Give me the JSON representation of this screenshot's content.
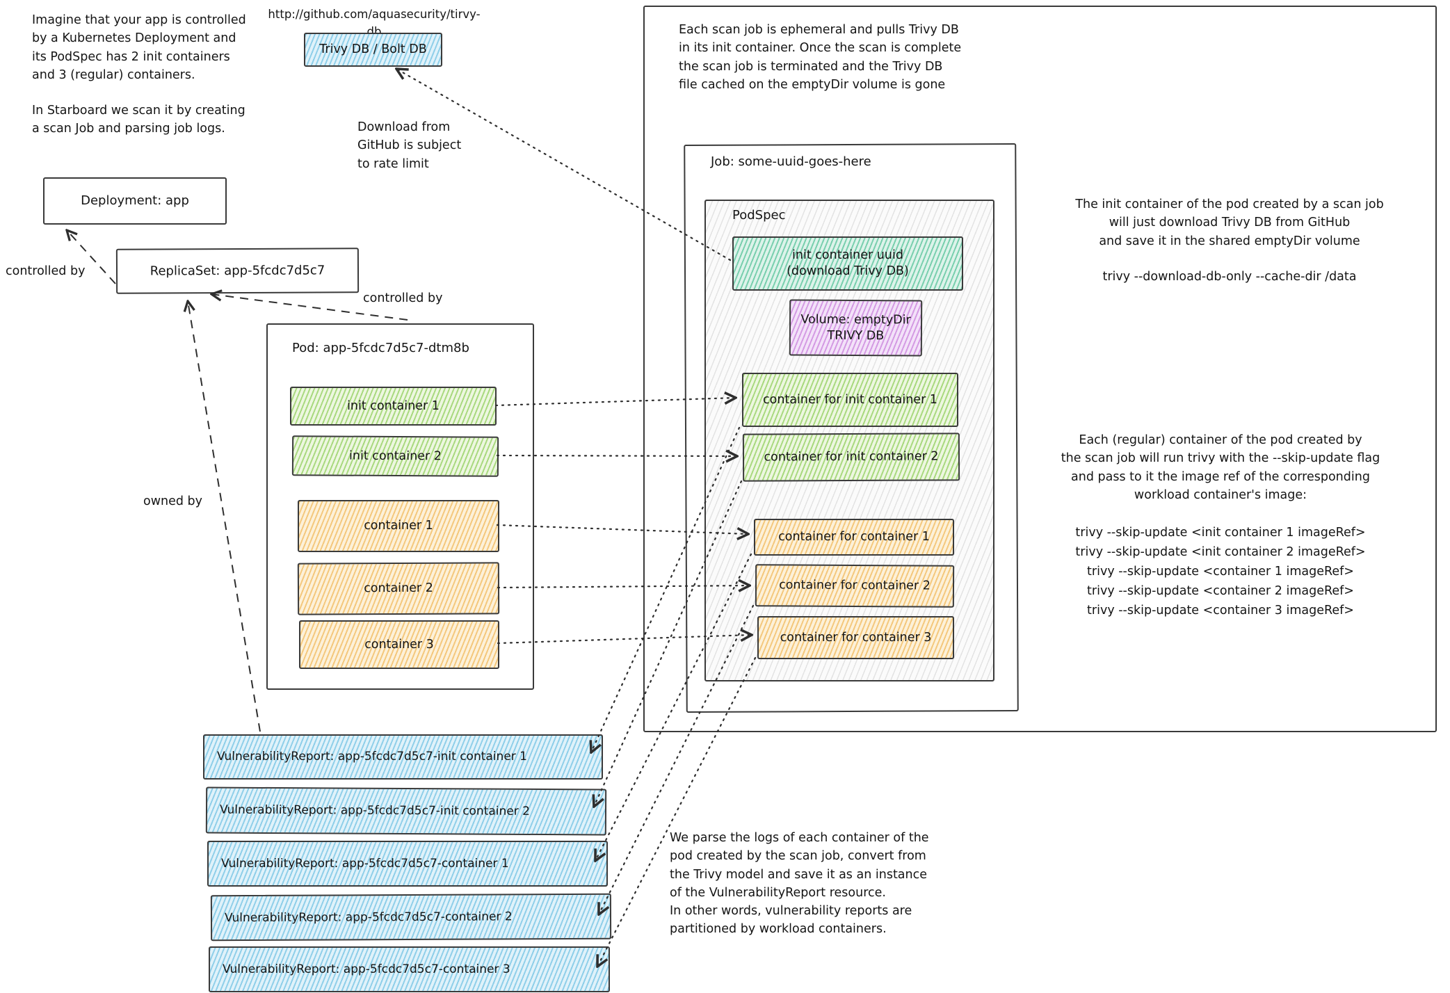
{
  "notes": {
    "intro1": "Imagine that your app is controlled\nby a Kubernetes Deployment and\nits PodSpec has 2 init containers\nand 3 (regular) containers.",
    "intro2": "In Starboard we scan it by creating\na scan Job and parsing job logs.",
    "github_url": "http://github.com/aquasecurity/tirvy-db",
    "download_note": "Download from\nGitHub is subject\nto rate limit",
    "ephemeral_note": "Each scan job is ephemeral and pulls Trivy DB\nin its init container. Once the scan is complete\nthe scan job is terminated and the Trivy DB\nfile cached on the emptyDir volume is gone",
    "init_note": "The init container of the pod created by a scan job\nwill just download Trivy DB from GitHub\nand save it in the shared emptyDir volume",
    "init_cmd": "trivy --download-db-only --cache-dir /data",
    "regular_note": "Each (regular) container of the pod created by\nthe scan job will run trivy with the --skip-update flag\nand pass to it the image ref of the corresponding\nworkload container's image:",
    "skip_cmds": "trivy --skip-update <init container 1 imageRef>\ntrivy --skip-update <init container 2 imageRef>\ntrivy --skip-update <container 1 imageRef>\ntrivy --skip-update <container 2 imageRef>\ntrivy --skip-update <container 3 imageRef>",
    "parse_note": "We parse the logs of each container of the\npod created by the scan job, convert from\nthe Trivy model and save it as an instance\nof the VulnerabilityReport resource.\nIn other words, vulnerability reports are\npartitioned by workload containers."
  },
  "labels": {
    "controlled_by": "controlled by",
    "owned_by": "owned by"
  },
  "nodes": {
    "trivy_db": "Trivy DB / Bolt DB",
    "deployment": "Deployment: app",
    "replicaset": "ReplicaSet: app-5fcdc7d5c7",
    "pod_title": "Pod: app-5fcdc7d5c7-dtm8b",
    "job_title": "Job: some-uuid-goes-here",
    "podspec_title": "PodSpec",
    "init_uuid": "init container uuid\n(download Trivy DB)",
    "volume": "Volume: emptyDir\nTRIVY DB",
    "pod_containers": [
      "init container 1",
      "init container 2",
      "container 1",
      "container 2",
      "container 3"
    ],
    "job_containers": [
      "container for init container 1",
      "container for init container 2",
      "container for container 1",
      "container for container 2",
      "container for container 3"
    ],
    "vuln_reports": [
      "VulnerabilityReport: app-5fcdc7d5c7-init container 1",
      "VulnerabilityReport: app-5fcdc7d5c7-init container 2",
      "VulnerabilityReport: app-5fcdc7d5c7-container 1",
      "VulnerabilityReport: app-5fcdc7d5c7-container 2",
      "VulnerabilityReport: app-5fcdc7d5c7-container 3"
    ]
  },
  "colors": {
    "blue_hatch": "#8fcfe9",
    "teal_hatch": "#79cfae",
    "purple_hatch": "#d49ae3",
    "green_hatch": "#a9d97f",
    "orange_hatch": "#f4c87d",
    "gray_hatch": "#e3e3e3",
    "ink": "#2e2e2e"
  }
}
